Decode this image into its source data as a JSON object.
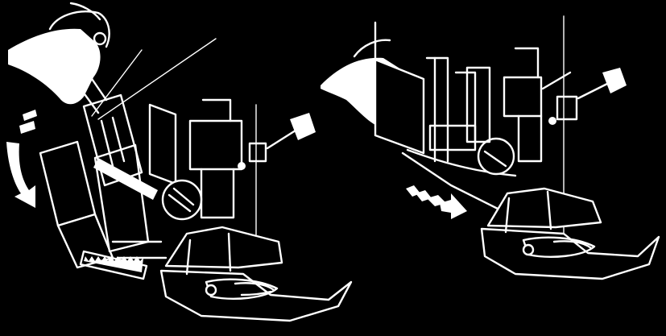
{
  "figure": {
    "panels": [
      {
        "id": "step-1",
        "arrow": "curved-down-left"
      },
      {
        "id": "step-2",
        "arrow": "straight-down-right"
      }
    ],
    "colors": {
      "background": "#000000",
      "line": "#ffffff"
    }
  }
}
